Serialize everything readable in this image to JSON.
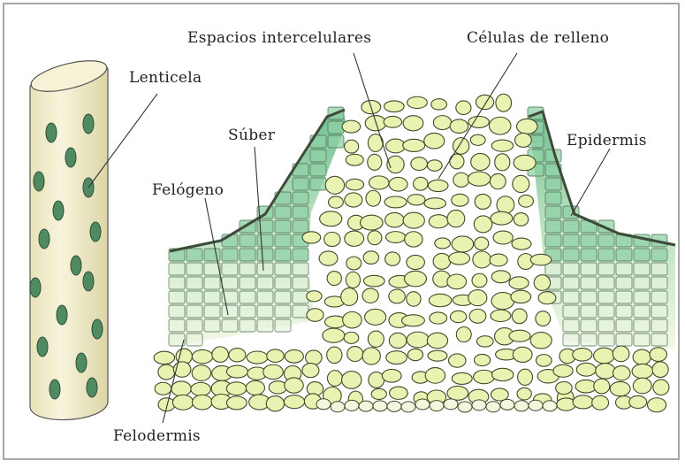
{
  "labels": {
    "lenticela": "Lenticela",
    "espacios": "Espacios intercelulares",
    "celulas": "Células de relleno",
    "epidermis": "Epidermis",
    "suber": "Súber",
    "felogeno": "Felógeno",
    "felodermis": "Felodermis"
  },
  "colors": {
    "cell_fill": "#e9f2b0",
    "cell_stroke": "#3f4a2a",
    "suber_green": "#7fc79b",
    "suber_light": "#d9efd4",
    "stem_fill": "#f3efcf",
    "lenticel": "#4f8a61",
    "frame": "#8a8a8a"
  }
}
